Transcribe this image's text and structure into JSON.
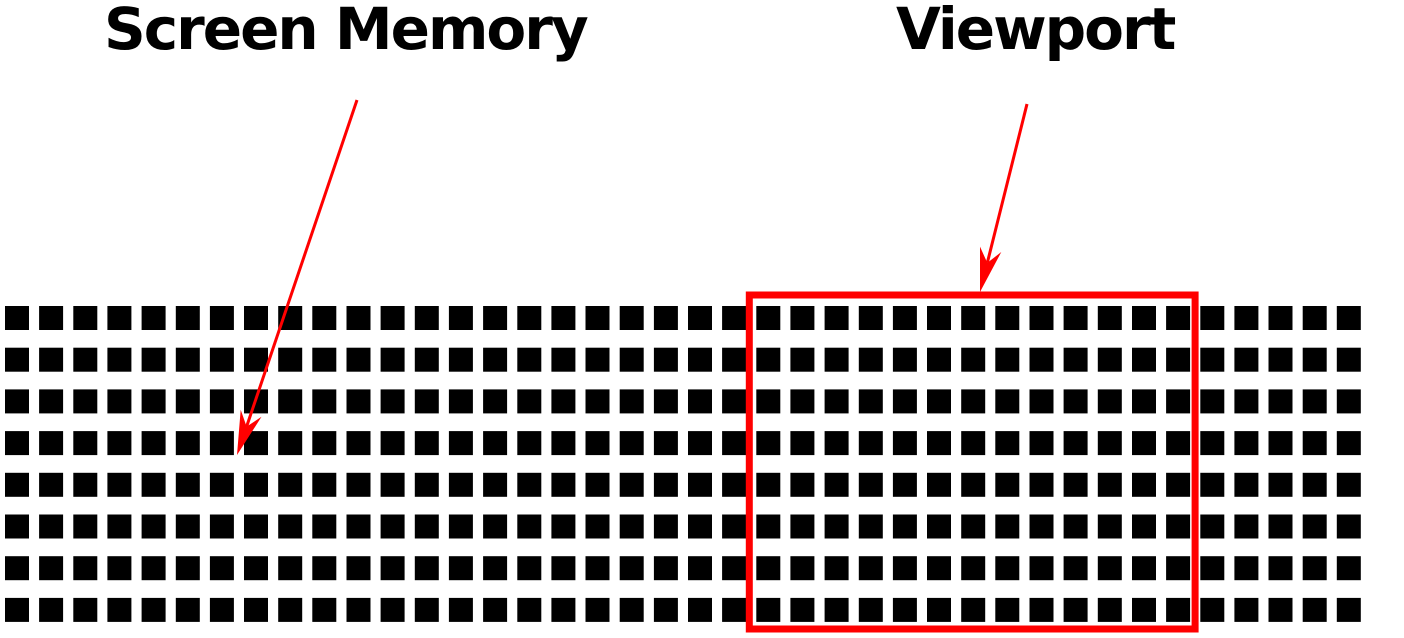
{
  "labels": {
    "screen_memory": "Screen Memory",
    "viewport": "Viewport"
  },
  "grid": {
    "rows": 8,
    "columns": 40,
    "cell_color": "#000000"
  },
  "viewport_box": {
    "first_column": 22,
    "last_column": 34,
    "color": "#ff0000"
  },
  "arrows": {
    "color": "#ff0000"
  }
}
